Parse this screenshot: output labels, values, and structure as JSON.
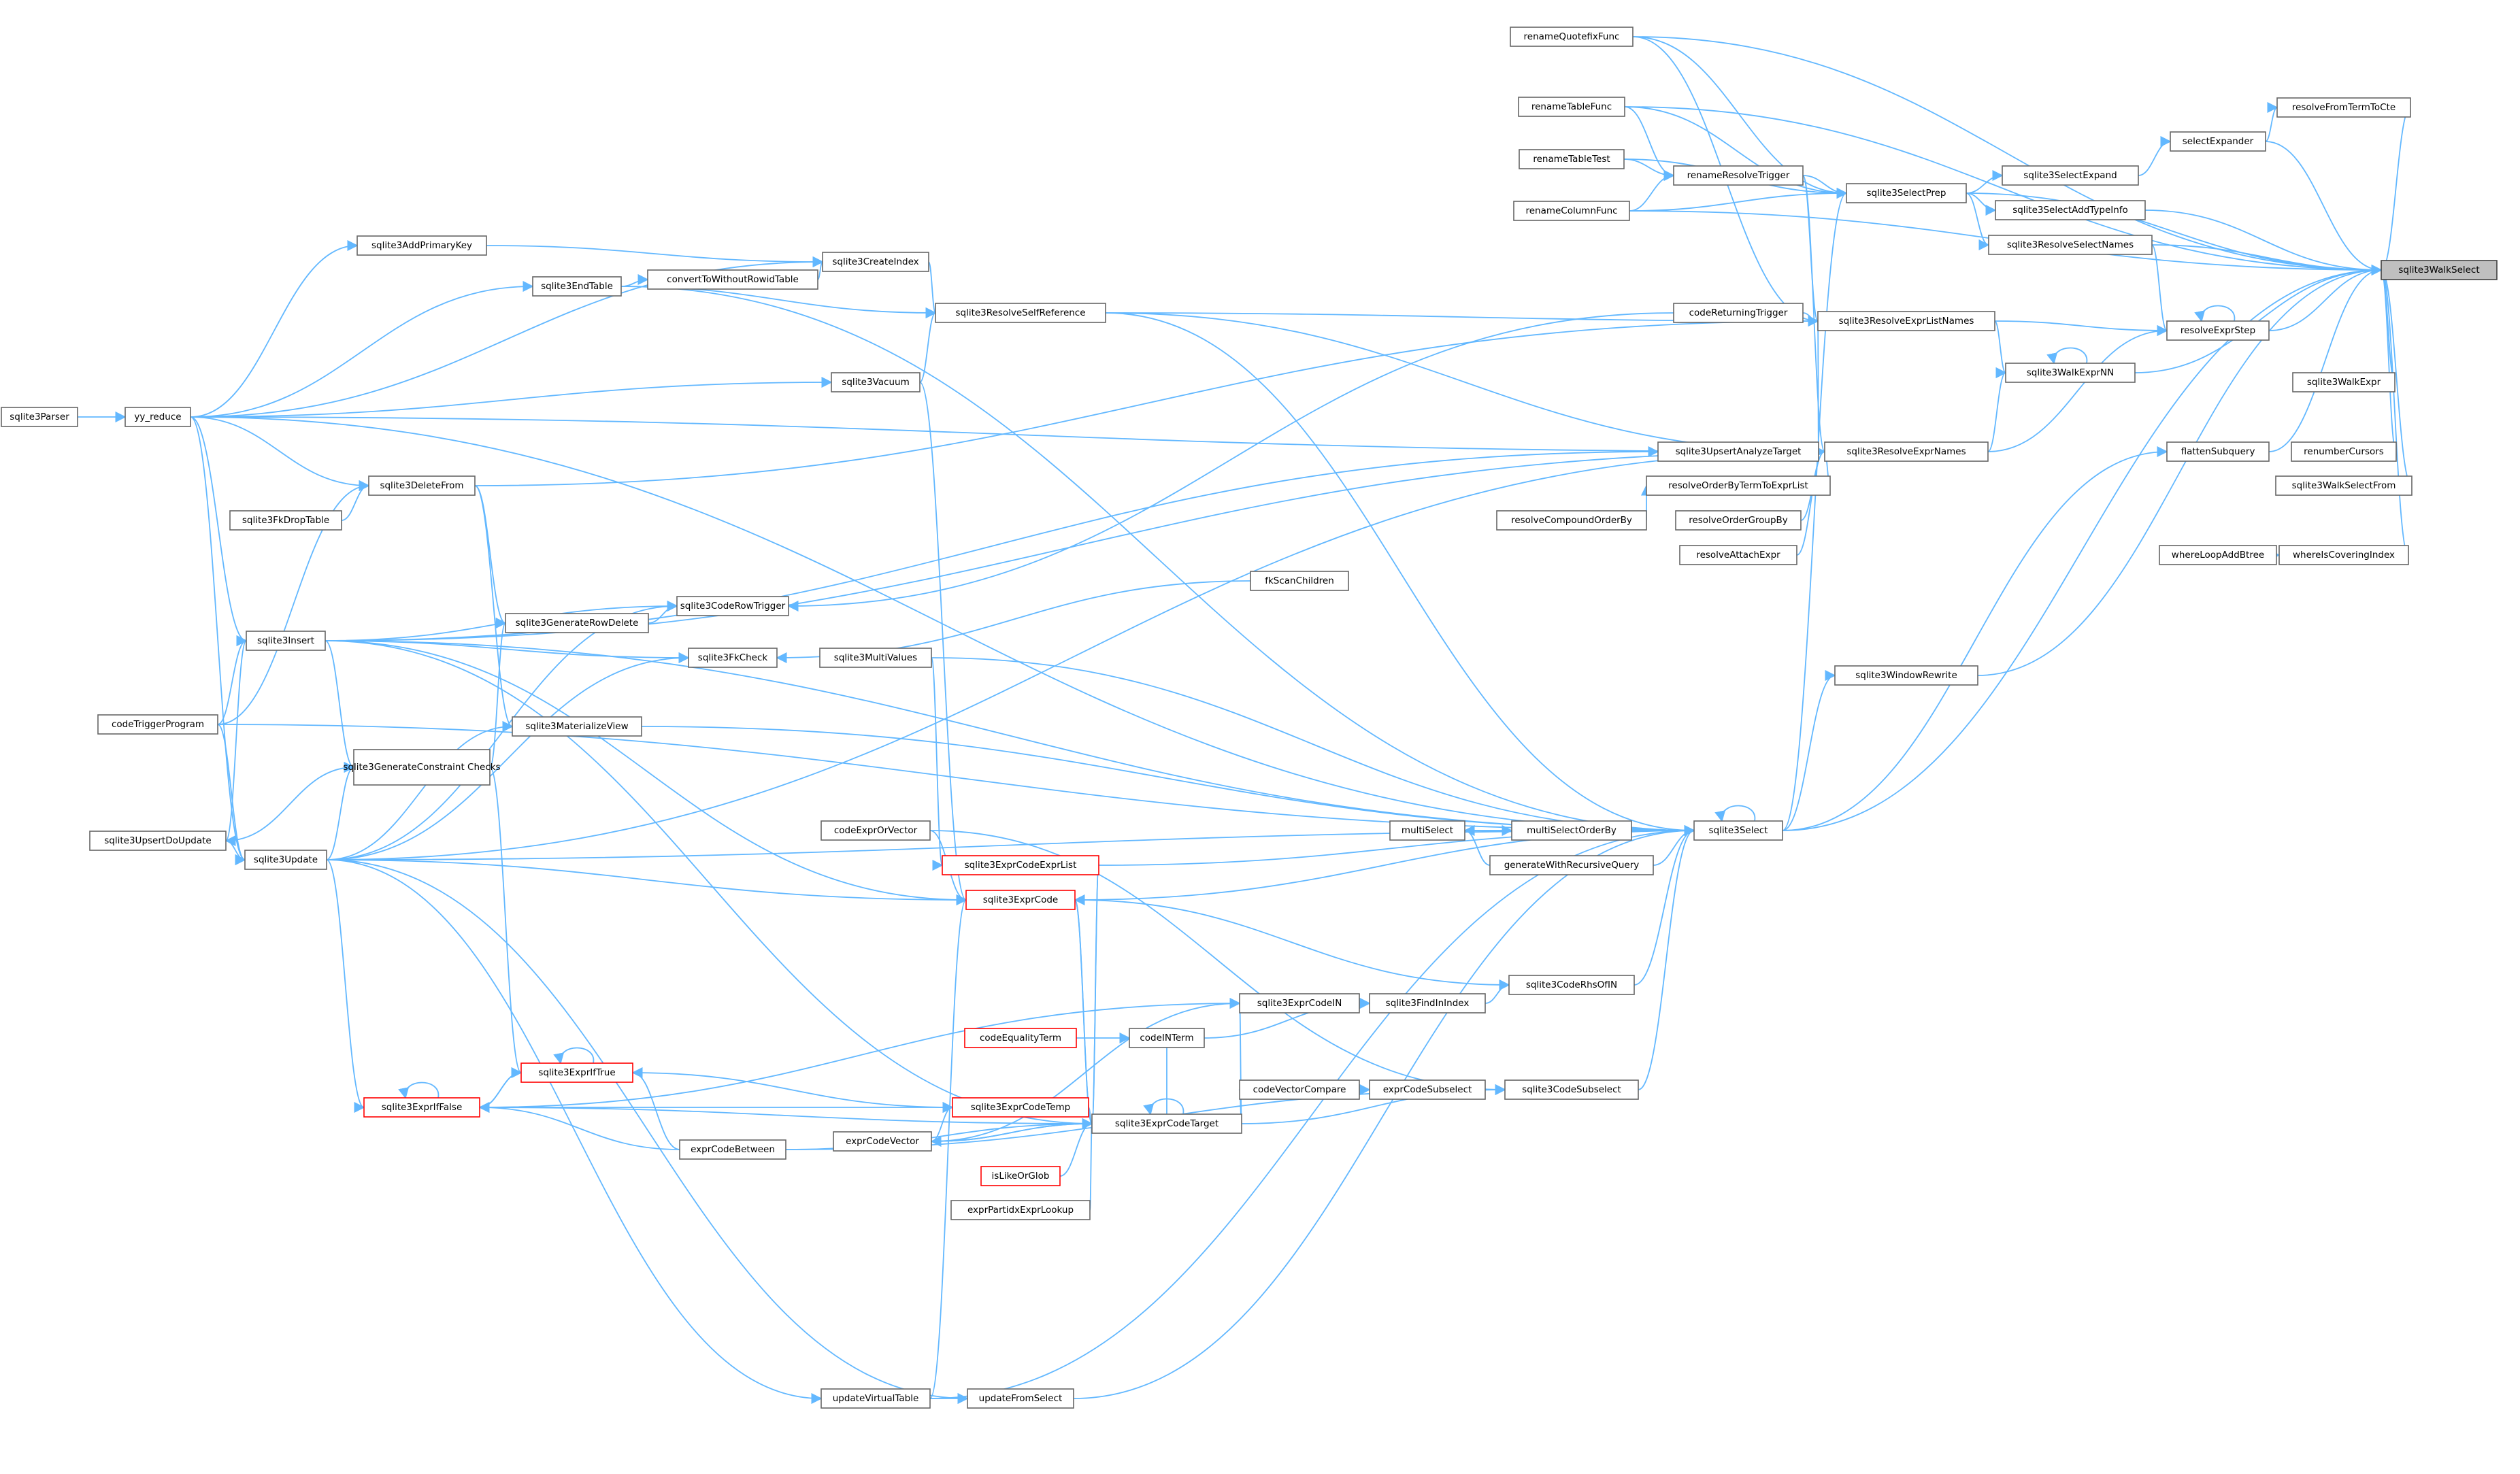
{
  "colors": {
    "edge": "#63b8ff",
    "node_border": "#666666",
    "node_fill": "#ffffff",
    "highlight_border": "#ff0000",
    "target_fill": "#bfbfbf"
  },
  "target": "sqlite3WalkSelect",
  "nodes": {
    "walkSelect": {
      "label": "sqlite3WalkSelect",
      "style": "target"
    },
    "renameQuotefixFunc": {
      "label": "renameQuotefixFunc"
    },
    "renameTableFunc": {
      "label": "renameTableFunc"
    },
    "renameTableTest": {
      "label": "renameTableTest"
    },
    "renameColumnFunc": {
      "label": "renameColumnFunc"
    },
    "renameResolveTrigger": {
      "label": "renameResolveTrigger"
    },
    "selectPrep": {
      "label": "sqlite3SelectPrep"
    },
    "selectExpand": {
      "label": "sqlite3SelectExpand"
    },
    "selectExpander": {
      "label": "selectExpander"
    },
    "resolveFromTermToCte": {
      "label": "resolveFromTermToCte"
    },
    "selectAddTypeInfo": {
      "label": "sqlite3SelectAddTypeInfo"
    },
    "resolveSelectNames": {
      "label": "sqlite3ResolveSelectNames"
    },
    "resolveExprStep": {
      "label": "resolveExprStep"
    },
    "resolveExprListNames": {
      "label": "sqlite3ResolveExprListNames"
    },
    "codeReturningTrigger": {
      "label": "codeReturningTrigger"
    },
    "walkExprNN": {
      "label": "sqlite3WalkExprNN"
    },
    "walkExpr": {
      "label": "sqlite3WalkExpr"
    },
    "resolveExprNames": {
      "label": "sqlite3ResolveExprNames"
    },
    "upsertAnalyzeTarget": {
      "label": "sqlite3UpsertAnalyzeTarget"
    },
    "resolveOrderByTermToExprList": {
      "label": "resolveOrderByTermToExprList"
    },
    "resolveCompoundOrderBy": {
      "label": "resolveCompoundOrderBy"
    },
    "resolveOrderGroupBy": {
      "label": "resolveOrderGroupBy"
    },
    "resolveAttachExpr": {
      "label": "resolveAttachExpr"
    },
    "flattenSubquery": {
      "label": "flattenSubquery"
    },
    "renumberCursors": {
      "label": "renumberCursors"
    },
    "walkSelectFrom": {
      "label": "sqlite3WalkSelectFrom"
    },
    "whereLoopAddBtree": {
      "label": "whereLoopAddBtree"
    },
    "whereIsCoveringIndex": {
      "label": "whereIsCoveringIndex"
    },
    "windowRewrite": {
      "label": "sqlite3WindowRewrite"
    },
    "fkScanChildren": {
      "label": "fkScanChildren"
    },
    "select": {
      "label": "sqlite3Select"
    },
    "multiSelect": {
      "label": "multiSelect"
    },
    "multiSelectOrderBy": {
      "label": "multiSelectOrderBy"
    },
    "generateWithRecursiveQuery": {
      "label": "generateWithRecursiveQuery"
    },
    "codeRhsOfIN": {
      "label": "sqlite3CodeRhsOfIN"
    },
    "findInIndex": {
      "label": "sqlite3FindInIndex"
    },
    "exprCodeIN": {
      "label": "sqlite3ExprCodeIN"
    },
    "codeINTerm": {
      "label": "codeINTerm"
    },
    "codeEqualityTerm": {
      "label": "codeEqualityTerm",
      "style": "red"
    },
    "codeVectorCompare": {
      "label": "codeVectorCompare"
    },
    "exprCodeSubselect": {
      "label": "exprCodeSubselect"
    },
    "codeSubselect": {
      "label": "sqlite3CodeSubselect"
    },
    "exprCodeTarget": {
      "label": "sqlite3ExprCodeTarget"
    },
    "exprCodeTemp": {
      "label": "sqlite3ExprCodeTemp",
      "style": "red"
    },
    "exprCodeVector": {
      "label": "exprCodeVector"
    },
    "isLikeOrGlob": {
      "label": "isLikeOrGlob",
      "style": "red"
    },
    "exprPartidxExprLookup": {
      "label": "exprPartidxExprLookup"
    },
    "exprCodeExprList": {
      "label": "sqlite3ExprCodeExprList",
      "style": "red"
    },
    "exprCode": {
      "label": "sqlite3ExprCode",
      "style": "red"
    },
    "codeExprOrVector": {
      "label": "codeExprOrVector"
    },
    "exprIfTrue": {
      "label": "sqlite3ExprIfTrue",
      "style": "red"
    },
    "exprIfFalse": {
      "label": "sqlite3ExprIfFalse",
      "style": "red"
    },
    "exprCodeBetween": {
      "label": "exprCodeBetween"
    },
    "updateVirtualTable": {
      "label": "updateVirtualTable"
    },
    "updateFromSelect": {
      "label": "updateFromSelect"
    },
    "addPrimaryKey": {
      "label": "sqlite3AddPrimaryKey"
    },
    "createIndex": {
      "label": "sqlite3CreateIndex"
    },
    "convertToWithoutRowidTable": {
      "label": "convertToWithoutRowidTable"
    },
    "endTable": {
      "label": "sqlite3EndTable"
    },
    "resolveSelfReference": {
      "label": "sqlite3ResolveSelfReference"
    },
    "vacuum": {
      "label": "sqlite3Vacuum"
    },
    "parser": {
      "label": "sqlite3Parser"
    },
    "yyReduce": {
      "label": "yy_reduce"
    },
    "deleteFrom": {
      "label": "sqlite3DeleteFrom"
    },
    "fkDropTable": {
      "label": "sqlite3FkDropTable"
    },
    "insert": {
      "label": "sqlite3Insert"
    },
    "codeTriggerProgram": {
      "label": "codeTriggerProgram"
    },
    "generateRowDelete": {
      "label": "sqlite3GenerateRowDelete"
    },
    "codeRowTrigger": {
      "label": "sqlite3CodeRowTrigger"
    },
    "fkCheck": {
      "label": "sqlite3FkCheck"
    },
    "multiValues": {
      "label": "sqlite3MultiValues"
    },
    "materializeView": {
      "label": "sqlite3MaterializeView"
    },
    "generateConstraintChecks": {
      "label": "sqlite3GenerateConstraint Checks"
    },
    "upsertDoUpdate": {
      "label": "sqlite3UpsertDoUpdate"
    },
    "update": {
      "label": "sqlite3Update"
    }
  }
}
